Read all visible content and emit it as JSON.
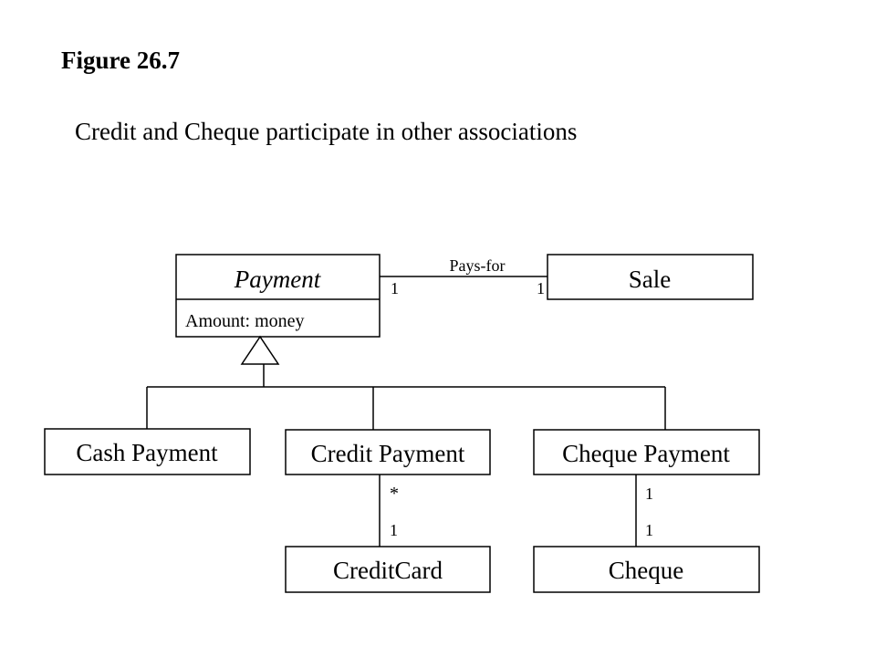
{
  "figure_title": "Figure 26.7",
  "caption": "Credit and Cheque participate in other associations",
  "classes": {
    "payment": {
      "name": "Payment",
      "attribute": "Amount: money"
    },
    "sale": {
      "name": "Sale"
    },
    "cash_payment": {
      "name": "Cash Payment"
    },
    "credit_payment": {
      "name": "Credit Payment"
    },
    "cheque_payment": {
      "name": "Cheque Payment"
    },
    "credit_card": {
      "name": "CreditCard"
    },
    "cheque": {
      "name": "Cheque"
    }
  },
  "associations": {
    "pays_for": {
      "label": "Pays-for",
      "payment_end": "1",
      "sale_end": "1"
    },
    "credit": {
      "credit_payment_end": "*",
      "credit_card_end": "1"
    },
    "cheque": {
      "cheque_payment_end": "1",
      "cheque_end": "1"
    }
  }
}
